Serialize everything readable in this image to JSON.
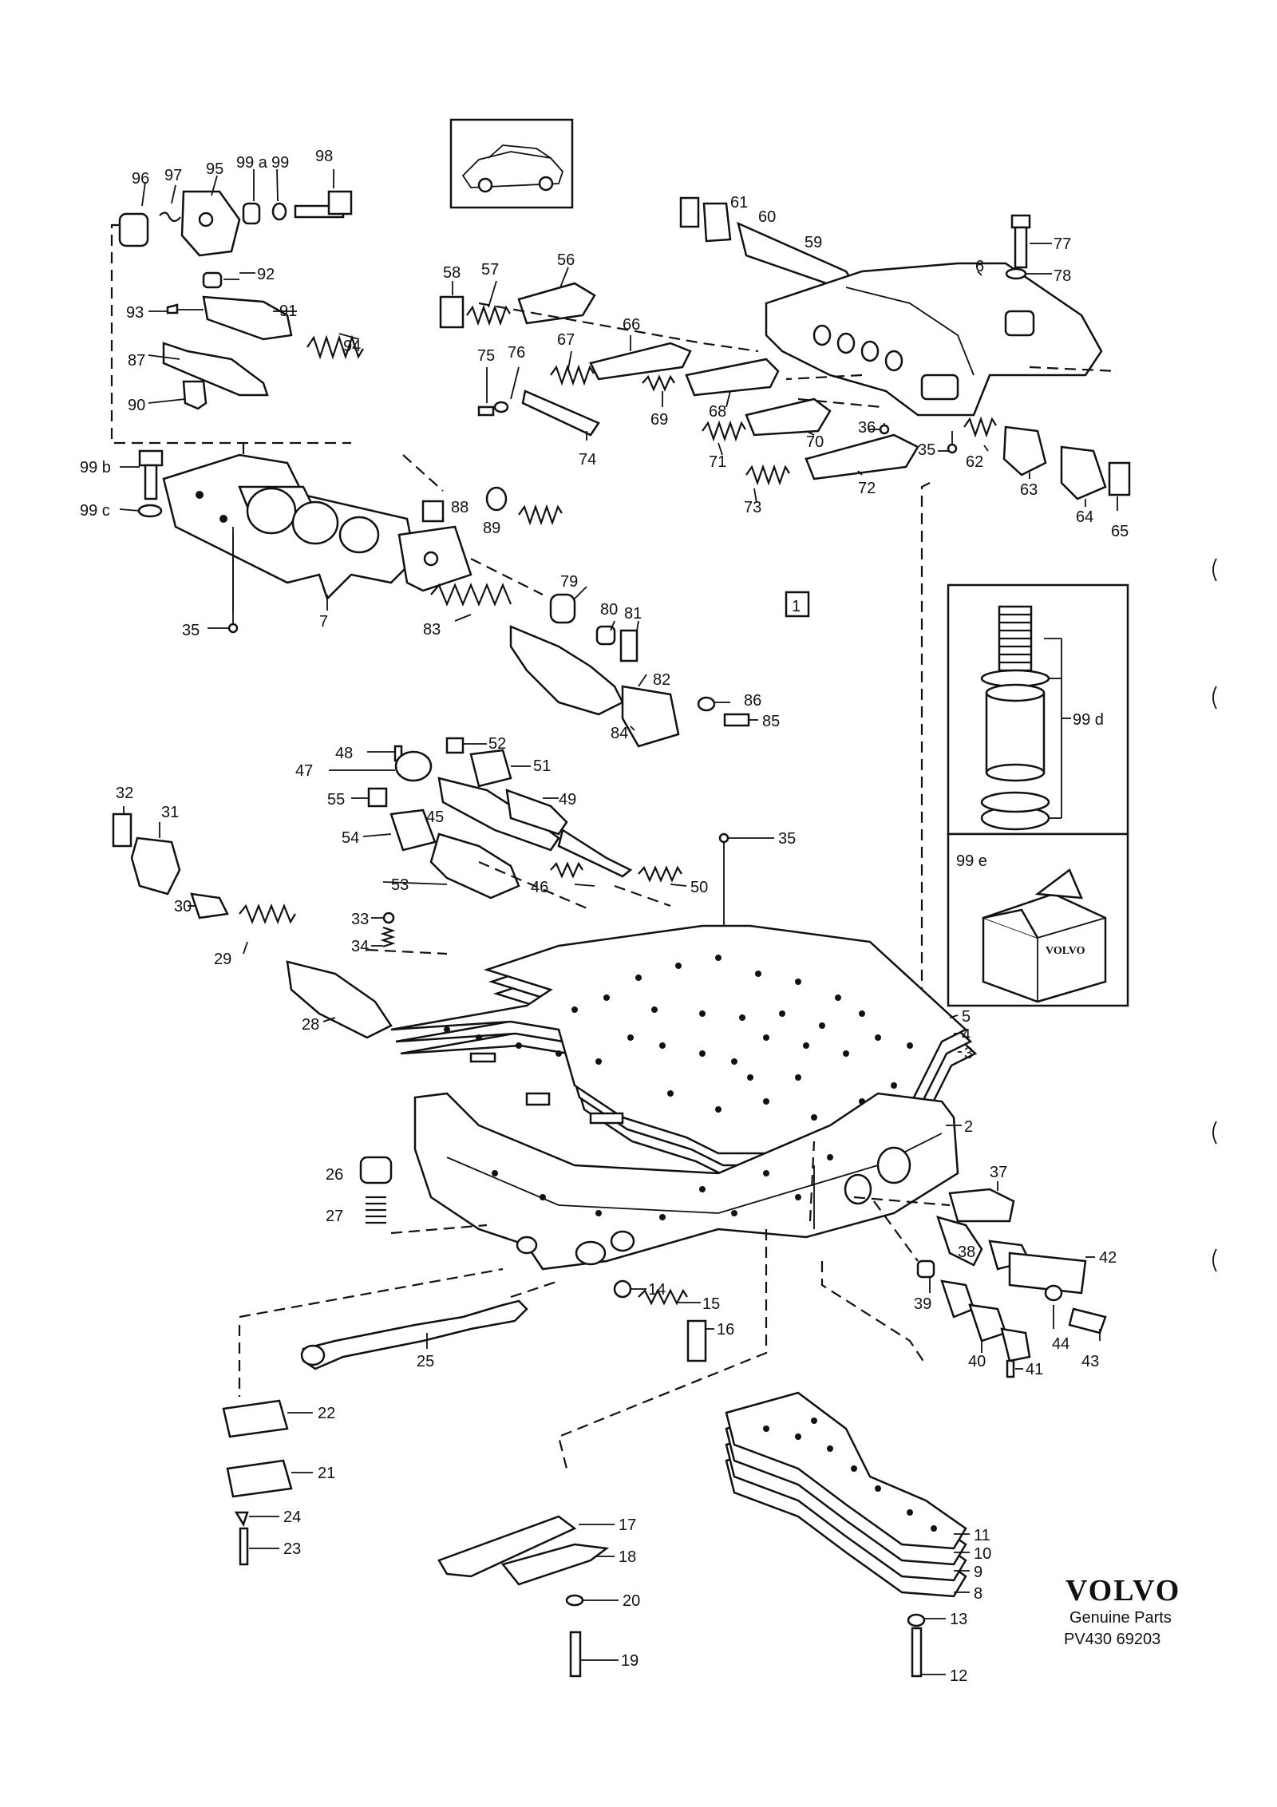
{
  "brand": {
    "name": "VOLVO",
    "subtitle": "Genuine Parts",
    "code": "PV430 69203",
    "box_logo": "VOLVO"
  },
  "section_marker": "1",
  "callouts": {
    "c96": "96",
    "c97": "97",
    "c95": "95",
    "c99a": "99 a",
    "c99": "99",
    "c98": "98",
    "c92": "92",
    "c93": "93",
    "c91": "91",
    "c94": "94",
    "c87": "87",
    "c90": "90",
    "c99b": "99 b",
    "c99c": "99 c",
    "c35a": "35",
    "c7": "7",
    "c88": "88",
    "c89": "89",
    "c79": "79",
    "c80": "80",
    "c81": "81",
    "c83": "83",
    "c82": "82",
    "c84": "84",
    "c86": "86",
    "c85": "85",
    "c58": "58",
    "c57": "57",
    "c56": "56",
    "c67": "67",
    "c66": "66",
    "c75": "75",
    "c76": "76",
    "c69": "69",
    "c68": "68",
    "c70": "70",
    "c71": "71",
    "c74": "74",
    "c73": "73",
    "c72": "72",
    "c61": "61",
    "c60": "60",
    "c59": "59",
    "c6": "6",
    "c77": "77",
    "c78": "78",
    "c36": "36",
    "c35b": "35",
    "c62": "62",
    "c63": "63",
    "c64": "64",
    "c65": "65",
    "c99d": "99 d",
    "c99e": "99 e",
    "c48": "48",
    "c52": "52",
    "c51": "51",
    "c47": "47",
    "c49": "49",
    "c55": "55",
    "c45": "45",
    "c54": "54",
    "c53": "53",
    "c46": "46",
    "c50": "50",
    "c35c": "35",
    "c32": "32",
    "c31": "31",
    "c30": "30",
    "c29": "29",
    "c33": "33",
    "c34": "34",
    "c28": "28",
    "c5": "5",
    "c4": "4",
    "c3": "3",
    "c2": "2",
    "c26": "26",
    "c27": "27",
    "c37": "37",
    "c38": "38",
    "c42": "42",
    "c14": "14",
    "c15": "15",
    "c16": "16",
    "c25": "25",
    "c39": "39",
    "c40": "40",
    "c41": "41",
    "c44": "44",
    "c43": "43",
    "c22": "22",
    "c21": "21",
    "c24": "24",
    "c23": "23",
    "c17": "17",
    "c18": "18",
    "c20": "20",
    "c19": "19",
    "c11": "11",
    "c10": "10",
    "c9": "9",
    "c8": "8",
    "c13": "13",
    "c12": "12"
  }
}
